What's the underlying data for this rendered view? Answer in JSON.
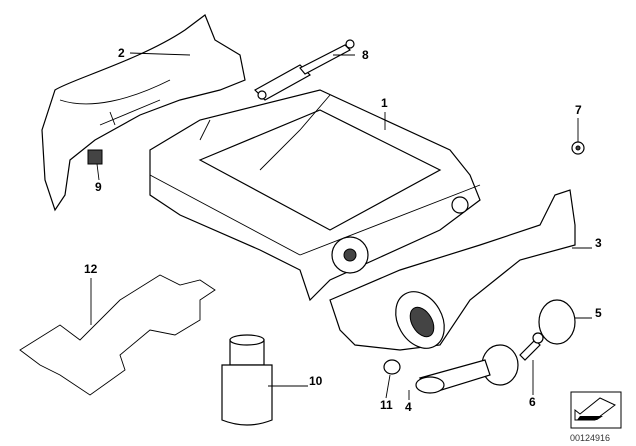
{
  "diagram": {
    "labels": [
      "1",
      "2",
      "3",
      "4",
      "5",
      "6",
      "7",
      "8",
      "9",
      "10",
      "11",
      "12"
    ],
    "diagram_id": "00124916",
    "nav_icon": "arrow-back-icon"
  }
}
